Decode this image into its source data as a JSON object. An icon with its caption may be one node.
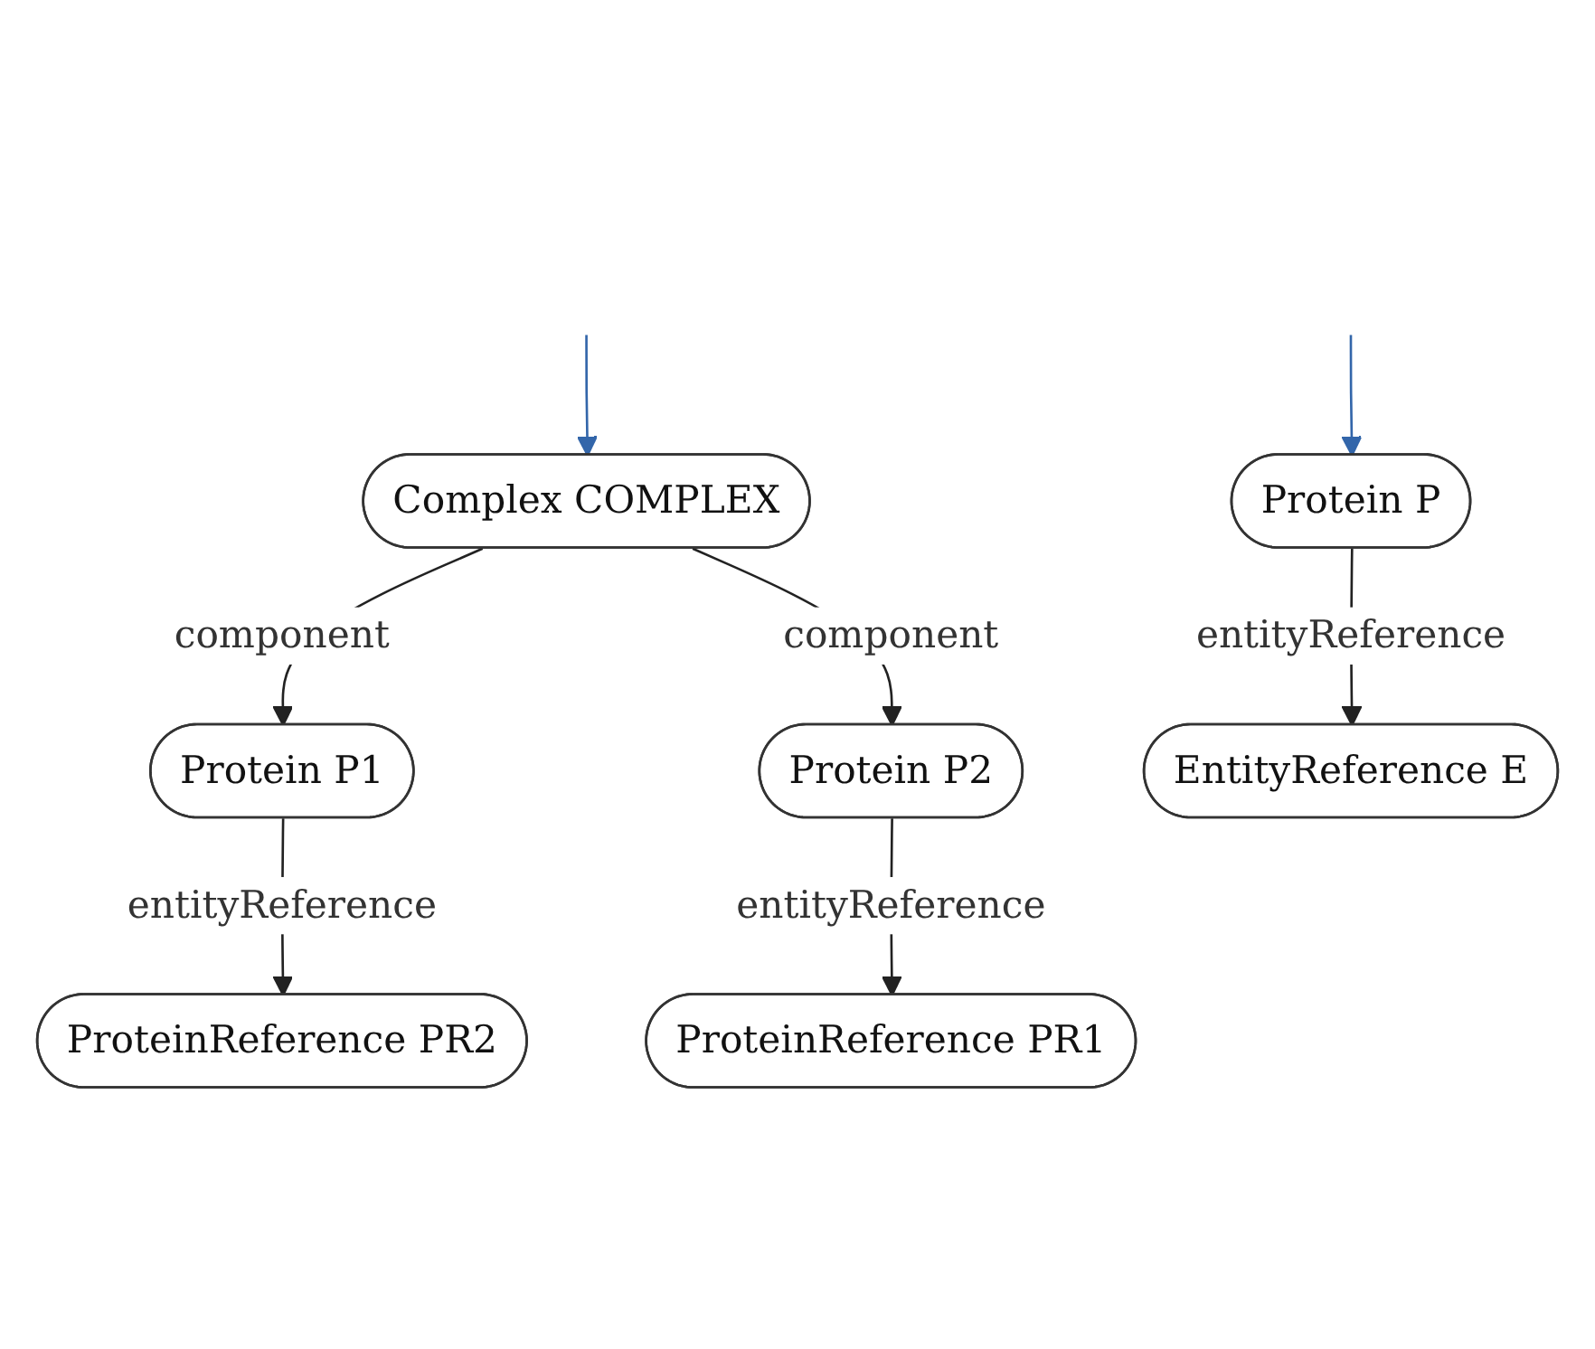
{
  "diagram": {
    "nodes": [
      {
        "text": [
          "Complex  COMPLEX"
        ]
      },
      {
        "text": [
          "Protein  P1"
        ]
      },
      {
        "text": [
          "Protein  P2"
        ]
      },
      {
        "text": [
          "ProteinReference  PR2"
        ]
      },
      {
        "text": [
          "ProteinReference  PR1"
        ]
      },
      {
        "text": [
          "Protein  P"
        ]
      },
      {
        "text": [
          "EntityReference  E"
        ]
      }
    ],
    "edges": [
      {
        "from": 0,
        "to": 1,
        "label": "component",
        "arrow": "to"
      },
      {
        "from": 0,
        "to": 2,
        "label": "component",
        "arrow": "to"
      },
      {
        "from": 1,
        "to": 3,
        "label": "entityReference",
        "arrow": "to"
      },
      {
        "from": 2,
        "to": 4,
        "label": "entityReference",
        "arrow": "to"
      },
      {
        "from": 5,
        "to": 6,
        "label": "entityReference",
        "arrow": "to"
      },
      {
        "from": null,
        "to": 0,
        "arrow": "to",
        "color": "#3366aa"
      },
      {
        "from": null,
        "to": 5,
        "arrow": "to",
        "color": "#3366aa"
      }
    ]
  }
}
